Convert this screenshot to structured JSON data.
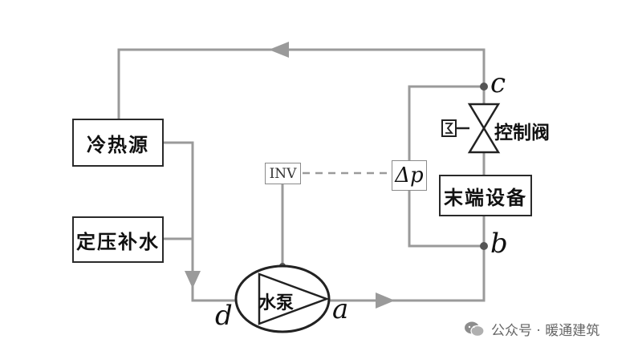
{
  "diagram": {
    "boxes": {
      "heat_source": "冷热源",
      "pressurization": "定压补水",
      "terminal": "末端设备",
      "inv": "INV",
      "dp": "Δp"
    },
    "pump_label": "水泵",
    "valve_label": "控制阀",
    "points": {
      "a": "a",
      "b": "b",
      "c": "c",
      "d": "d"
    }
  },
  "watermark": {
    "text": "公众号 · 暖通建筑",
    "icon": "wechat-icon"
  },
  "colors": {
    "line": "#9a9a9a",
    "box_border": "#2a2a2a",
    "text": "#111111"
  }
}
